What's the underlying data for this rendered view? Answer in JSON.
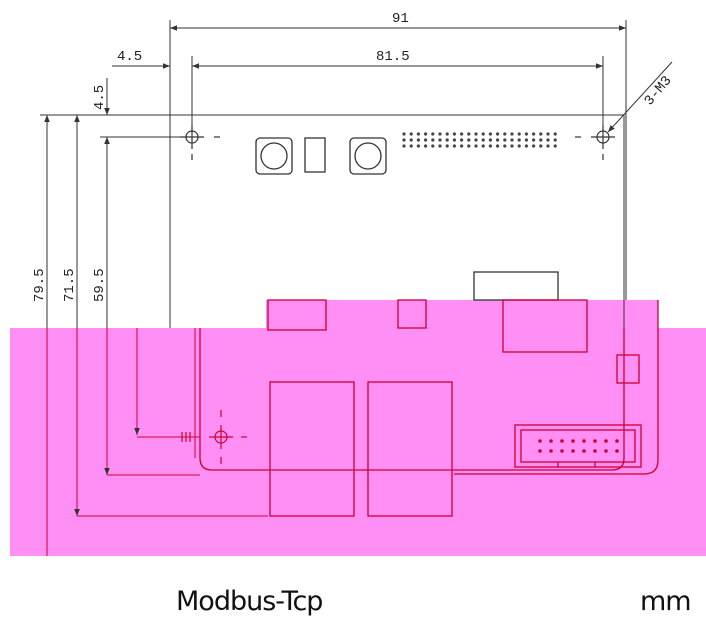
{
  "dimensions": {
    "overall_width": "91",
    "hole_spacing": "81.5",
    "left_offset": "4.5",
    "top_offset": "4.5",
    "height_outer": "79.5",
    "height_middle": "71.5",
    "height_inner": "59.5",
    "hole_callout": "3-M3"
  },
  "caption": {
    "product": "Modbus-Tcp",
    "unit": "mm"
  },
  "colors": {
    "highlight": "#ff8ff4",
    "line": "#333333",
    "accent": "#cc0033"
  }
}
